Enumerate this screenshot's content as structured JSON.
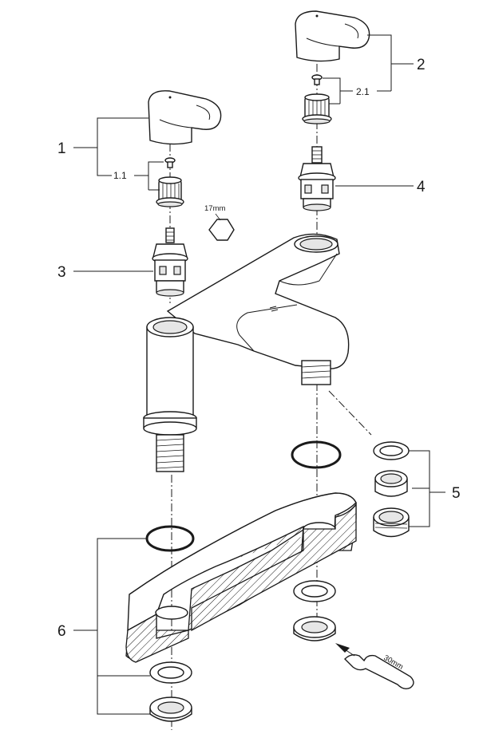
{
  "labels": {
    "p1": "1",
    "p1_1": "1.1",
    "p2": "2",
    "p2_1": "2.1",
    "p3": "3",
    "p4": "4",
    "p5": "5",
    "p6": "6",
    "wrench_17": "17mm",
    "wrench_30": "30mm"
  }
}
